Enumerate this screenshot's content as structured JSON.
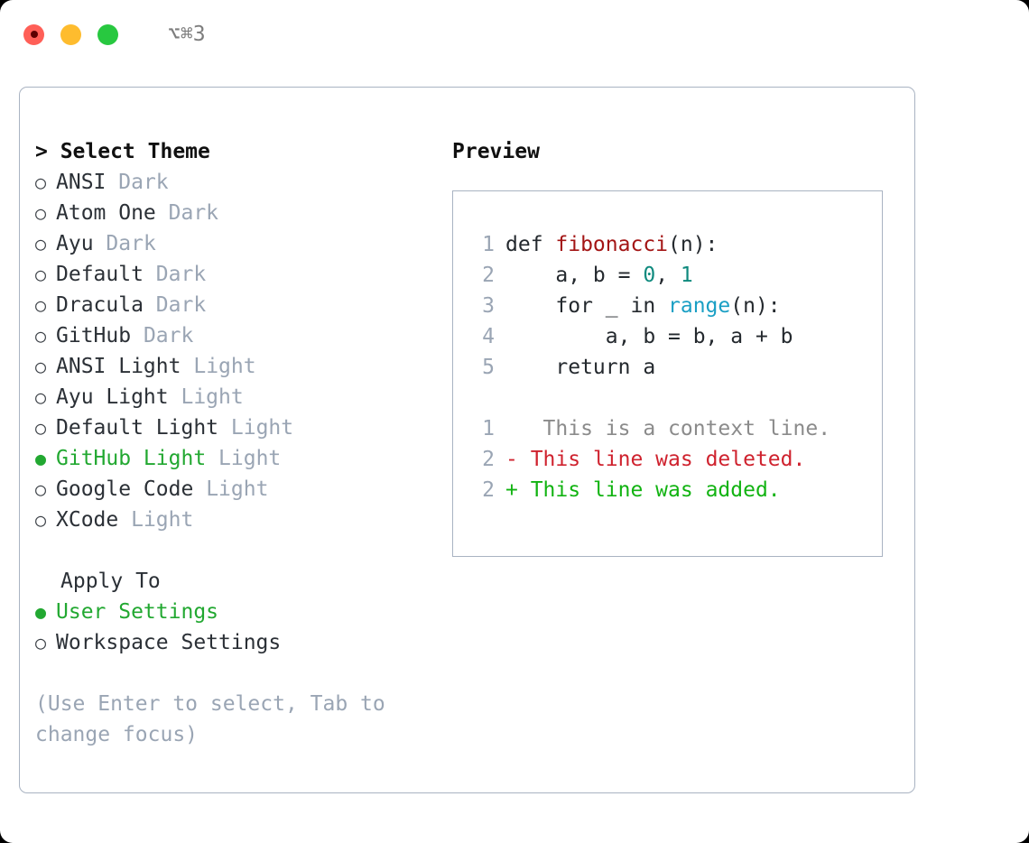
{
  "titlebar": {
    "shortcut": "⌥⌘3",
    "lights": [
      {
        "name": "close",
        "color": "#ff5f57"
      },
      {
        "name": "minimize",
        "color": "#febc2e"
      },
      {
        "name": "maximize",
        "color": "#28c840"
      }
    ]
  },
  "theme_picker": {
    "heading": "> Select Theme",
    "options": [
      {
        "bullet": "○",
        "name": "ANSI",
        "tag": "Dark",
        "selected": false
      },
      {
        "bullet": "○",
        "name": "Atom One",
        "tag": "Dark",
        "selected": false
      },
      {
        "bullet": "○",
        "name": "Ayu",
        "tag": "Dark",
        "selected": false
      },
      {
        "bullet": "○",
        "name": "Default",
        "tag": "Dark",
        "selected": false
      },
      {
        "bullet": "○",
        "name": "Dracula",
        "tag": "Dark",
        "selected": false
      },
      {
        "bullet": "○",
        "name": "GitHub",
        "tag": "Dark",
        "selected": false
      },
      {
        "bullet": "○",
        "name": "ANSI Light",
        "tag": "Light",
        "selected": false
      },
      {
        "bullet": "○",
        "name": "Ayu Light",
        "tag": "Light",
        "selected": false
      },
      {
        "bullet": "○",
        "name": "Default Light",
        "tag": "Light",
        "selected": false
      },
      {
        "bullet": "●",
        "name": "GitHub Light",
        "tag": "Light",
        "selected": true
      },
      {
        "bullet": "○",
        "name": "Google Code",
        "tag": "Light",
        "selected": false
      },
      {
        "bullet": "○",
        "name": "XCode",
        "tag": "Light",
        "selected": false
      }
    ]
  },
  "apply_to": {
    "heading": "Apply To",
    "options": [
      {
        "bullet": "●",
        "name": "User Settings",
        "selected": true
      },
      {
        "bullet": "○",
        "name": "Workspace Settings",
        "selected": false
      }
    ]
  },
  "hint": "(Use Enter to select, Tab to change focus)",
  "preview": {
    "title": "Preview",
    "code_lines": [
      {
        "no": "1",
        "tokens": [
          {
            "t": "def ",
            "k": "plain"
          },
          {
            "t": "fibonacci",
            "k": "fn"
          },
          {
            "t": "(n):",
            "k": "plain"
          }
        ]
      },
      {
        "no": "2",
        "tokens": [
          {
            "t": "    a, b = ",
            "k": "plain"
          },
          {
            "t": "0",
            "k": "num"
          },
          {
            "t": ", ",
            "k": "plain"
          },
          {
            "t": "1",
            "k": "num"
          }
        ]
      },
      {
        "no": "3",
        "tokens": [
          {
            "t": "    for _ in ",
            "k": "plain"
          },
          {
            "t": "range",
            "k": "blt"
          },
          {
            "t": "(n):",
            "k": "plain"
          }
        ]
      },
      {
        "no": "4",
        "tokens": [
          {
            "t": "        a, b = b, a + b",
            "k": "plain"
          }
        ]
      },
      {
        "no": "5",
        "tokens": [
          {
            "t": "    return a",
            "k": "plain"
          }
        ]
      }
    ],
    "diff_lines": [
      {
        "no": "1",
        "marker": " ",
        "text": "  This is a context line.",
        "kind": "ctx"
      },
      {
        "no": "2",
        "marker": "-",
        "text": " This line was deleted.",
        "kind": "del"
      },
      {
        "no": "2",
        "marker": "+",
        "text": " This line was added.",
        "kind": "add"
      }
    ]
  },
  "colors": {
    "accent_green": "#22a831",
    "muted": "#9aa5b4",
    "border": "#a9b3c2",
    "diff_add": "#12b312",
    "diff_del": "#cf222e",
    "fn": "#a31515",
    "builtin": "#1a9fc4",
    "number": "#0f8a7e"
  }
}
